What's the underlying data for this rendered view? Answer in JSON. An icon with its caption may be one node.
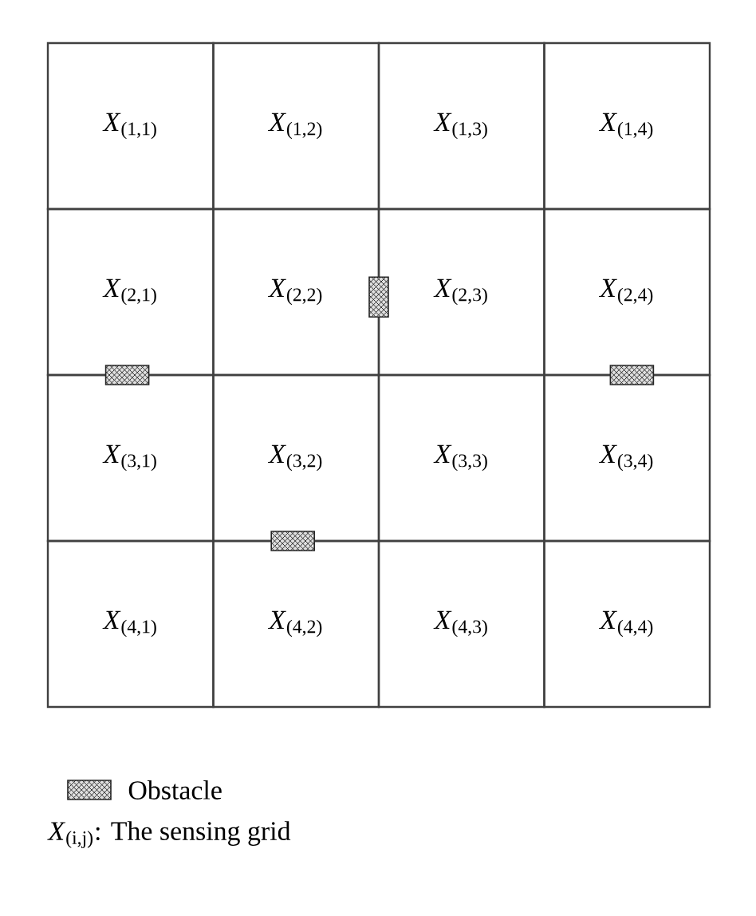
{
  "diagram": {
    "nodes": [
      {
        "text": [
          "*X*$_{(1,1)}$"
        ]
      },
      {
        "text": [
          "*X*$_{(1,2)}$"
        ]
      },
      {
        "text": [
          "*X*$_{(1,3)}$"
        ]
      },
      {
        "text": [
          "*X*$_{(1,4)}$"
        ]
      },
      {
        "text": [
          "*X*$_{(2,1)}$"
        ]
      },
      {
        "text": [
          "*X*$_{(2,2)}$"
        ]
      },
      {
        "text": [
          "*X*$_{(2,3)}$"
        ]
      },
      {
        "text": [
          "*X*$_{(2,4)}$"
        ]
      },
      {
        "text": [
          "*X*$_{(3,1)}$"
        ]
      },
      {
        "text": [
          "*X*$_{(3,2)}$"
        ]
      },
      {
        "text": [
          "*X*$_{(3,3)}$"
        ]
      },
      {
        "text": [
          "*X*$_{(3,4)}$"
        ]
      },
      {
        "text": [
          "*X*$_{(4,1)}$"
        ]
      },
      {
        "text": [
          "*X*$_{(4,2)}$"
        ]
      },
      {
        "text": [
          "*X*$_{(4,3)}$"
        ]
      },
      {
        "text": [
          "*X*$_{(4,4)}$"
        ]
      }
    ],
    "labels": [
      "*X*$_{(i,j)}$: The sensing grid"
    ],
    "legend": [
      {
        "text": "Obstacle"
      }
    ]
  }
}
